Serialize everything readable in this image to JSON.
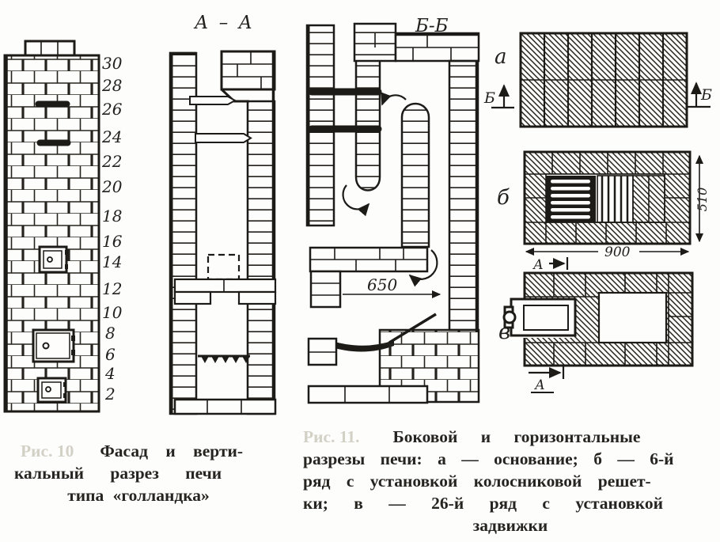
{
  "figure10": {
    "label": "Рис. 10",
    "section_title": "А – А",
    "row_numbers": [
      "30",
      "28",
      "26",
      "24",
      "22",
      "20",
      "18",
      "16",
      "14",
      "12",
      "10",
      "8",
      "6",
      "4",
      "2"
    ],
    "caption": [
      "Фасад и верти-",
      "кальный разрез печи",
      "типа «голландка»"
    ]
  },
  "figure11": {
    "label": "Рис. 11.",
    "section_title": "Б-Б",
    "dim_650": "650",
    "dim_900": "900",
    "dim_510": "510",
    "plan_a_label": "а",
    "plan_b_label": "б",
    "plan_v_label": "в",
    "marker_b_label": "Б",
    "marker_a_label": "А",
    "caption": [
      "Боковой и горизонтальные",
      "разрезы печи: а — основание; б — 6-й",
      "ряд с установкой колосниковой решет-",
      "ки; в — 26-й ряд с установкой",
      "задвижки"
    ]
  },
  "colors": {
    "ink": "#1d1b17",
    "paper": "#fdfdfb",
    "faint_print": "#d3d0c6"
  }
}
